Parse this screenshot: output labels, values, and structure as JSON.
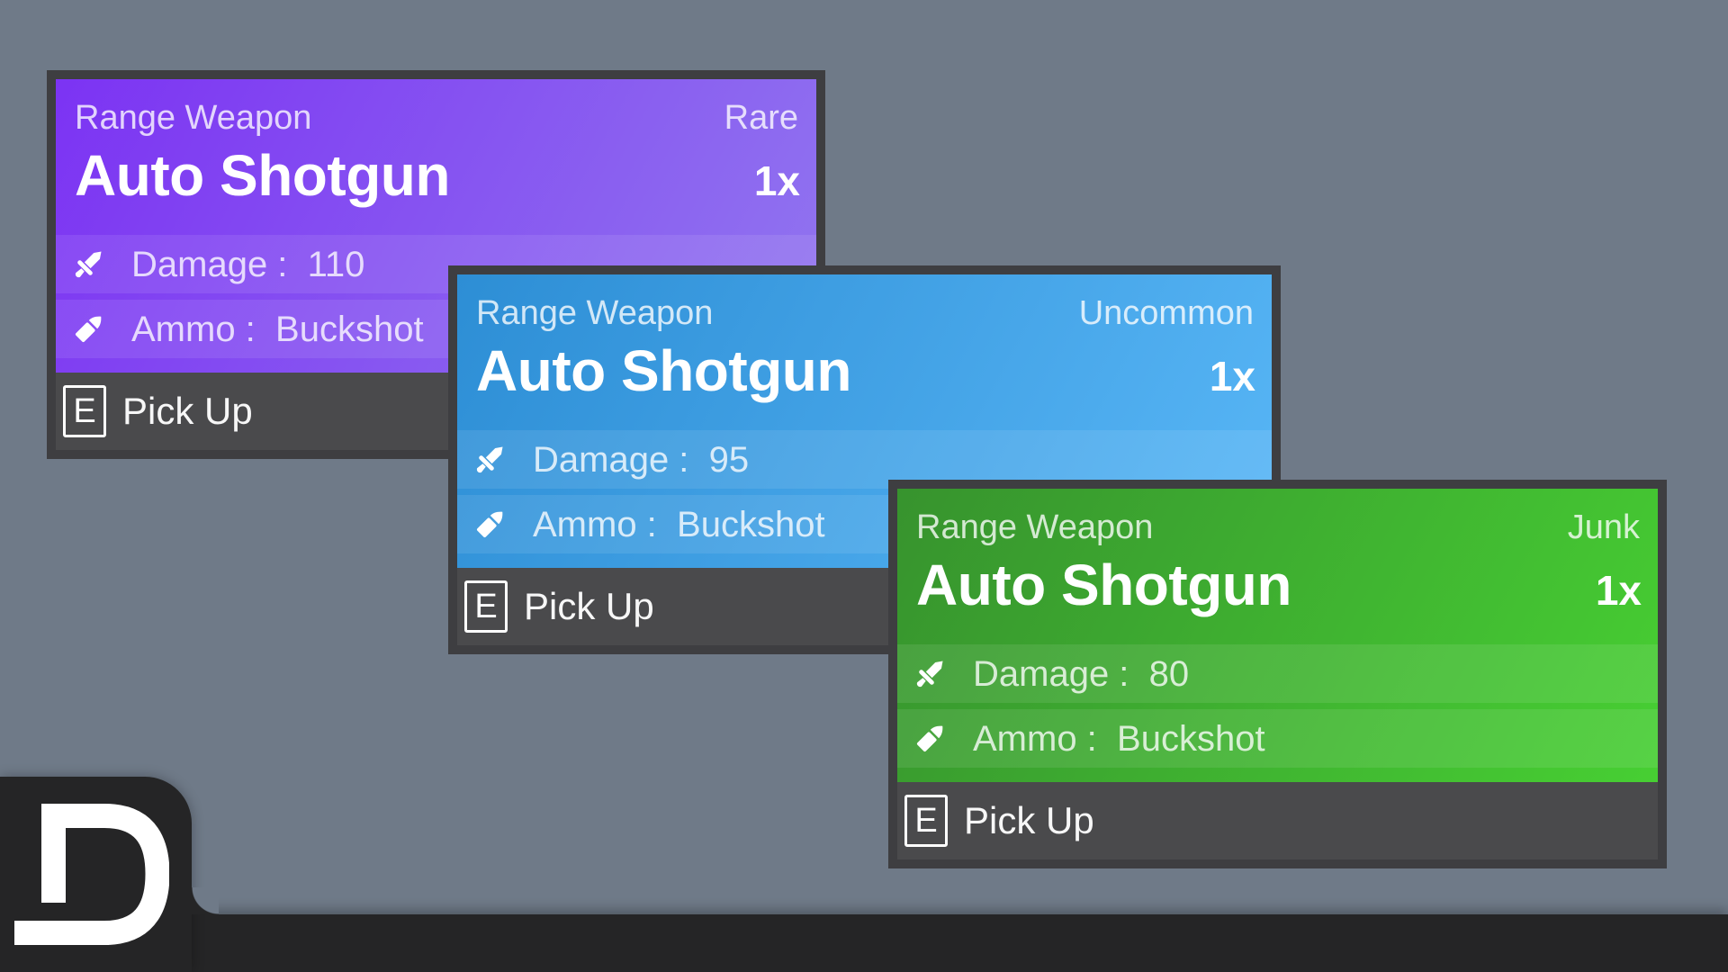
{
  "colors": {
    "background": "#6f7a88",
    "card_border": "#3e3e41",
    "pickup_bar": "#4a4a4c",
    "bottom_bar": "#252526",
    "text_primary": "#ffffff",
    "text_secondary": "rgba(255,255,255,0.78)",
    "stat_stripe": "rgba(255,255,255,0.09)"
  },
  "cards": [
    {
      "id": "rare",
      "type_label": "Range Weapon",
      "rarity": "Rare",
      "name": "Auto Shotgun",
      "quantity": "1x",
      "stats": [
        {
          "icon": "sword-icon",
          "label": "Damage",
          "value": "110",
          "display": "Damage :  110"
        },
        {
          "icon": "bullet-icon",
          "label": "Ammo",
          "value": "Buckshot",
          "display": "Ammo :  Buckshot"
        }
      ],
      "action_key": "E",
      "action_label": "Pick Up",
      "colors": {
        "gradient_start": "#7c33f3",
        "gradient_end": "#9176ef"
      }
    },
    {
      "id": "uncommon",
      "type_label": "Range Weapon",
      "rarity": "Uncommon",
      "name": "Auto Shotgun",
      "quantity": "1x",
      "stats": [
        {
          "icon": "sword-icon",
          "label": "Damage",
          "value": "95",
          "display": "Damage :  95"
        },
        {
          "icon": "bullet-icon",
          "label": "Ammo",
          "value": "Buckshot",
          "display": "Ammo :  Buckshot"
        }
      ],
      "action_key": "E",
      "action_label": "Pick Up",
      "colors": {
        "gradient_start": "#2d8ed5",
        "gradient_end": "#58b6f6"
      }
    },
    {
      "id": "junk",
      "type_label": "Range Weapon",
      "rarity": "Junk",
      "name": "Auto Shotgun",
      "quantity": "1x",
      "stats": [
        {
          "icon": "sword-icon",
          "label": "Damage",
          "value": "80",
          "display": "Damage :  80"
        },
        {
          "icon": "bullet-icon",
          "label": "Ammo",
          "value": "Buckshot",
          "display": "Ammo :  Buckshot"
        }
      ],
      "action_key": "E",
      "action_label": "Pick Up",
      "colors": {
        "gradient_start": "#37932e",
        "gradient_end": "#47cf33"
      }
    }
  ],
  "logo": {
    "letter": "D"
  }
}
